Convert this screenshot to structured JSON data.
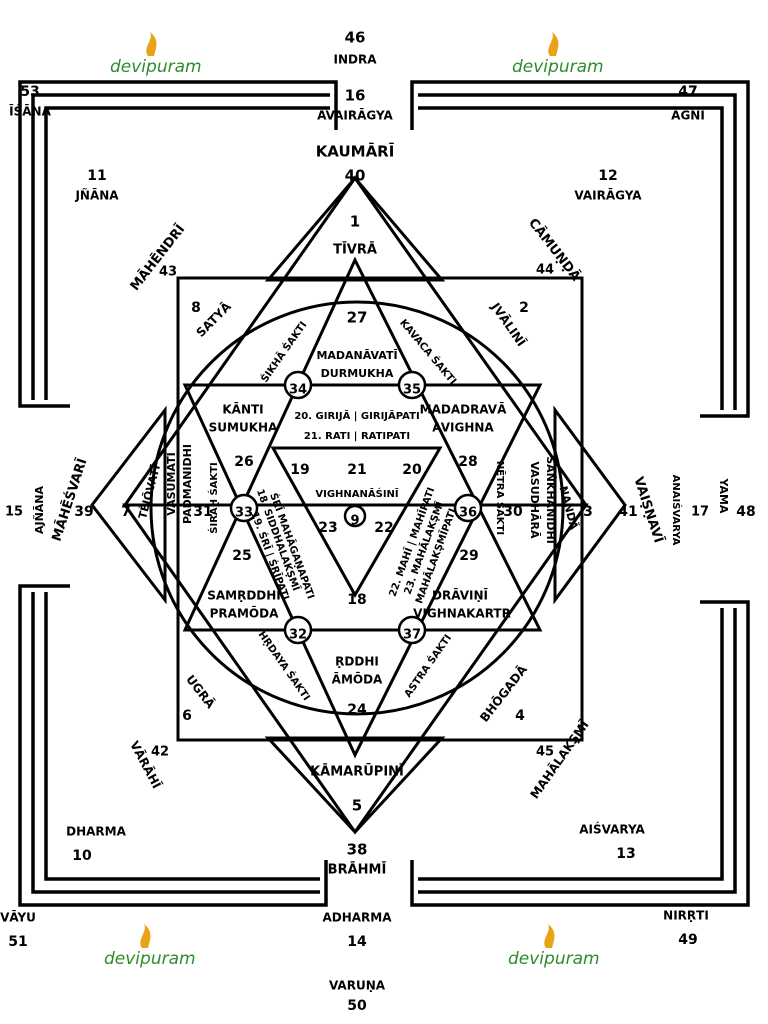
{
  "logo": {
    "text": "devipuram",
    "flame_color": "#e8a317",
    "text_color": "#2e8b2e"
  },
  "colors": {
    "line": "#000000",
    "background": "#ffffff"
  },
  "labels": [
    {
      "id": "indra-n",
      "text": "46"
    },
    {
      "id": "indra",
      "text": "INDRA"
    },
    {
      "id": "avairagya-n",
      "text": "16"
    },
    {
      "id": "avairagya",
      "text": "AVAIRĀGYA"
    },
    {
      "id": "kaumari",
      "text": "KAUMĀRĪ"
    },
    {
      "id": "kaumari-n",
      "text": "40"
    },
    {
      "id": "n1",
      "text": "1"
    },
    {
      "id": "tivra",
      "text": "TĪVRĀ"
    },
    {
      "id": "isana-n",
      "text": "53"
    },
    {
      "id": "isana",
      "text": "ĪŚĀNA"
    },
    {
      "id": "agni-n",
      "text": "47"
    },
    {
      "id": "agni",
      "text": "AGNI"
    },
    {
      "id": "jnana-n",
      "text": "11"
    },
    {
      "id": "jnana",
      "text": "JÑĀNA"
    },
    {
      "id": "vairagya-n",
      "text": "12"
    },
    {
      "id": "vairagya",
      "text": "VAIRĀGYA"
    },
    {
      "id": "mahendri",
      "text": "MĀHĒNDRĪ"
    },
    {
      "id": "mahendri-n",
      "text": "43"
    },
    {
      "id": "camunda",
      "text": "CĀMUṆḌĀ"
    },
    {
      "id": "camunda-n",
      "text": "44"
    },
    {
      "id": "n8",
      "text": "8"
    },
    {
      "id": "satya",
      "text": "SATYĀ"
    },
    {
      "id": "n2",
      "text": "2"
    },
    {
      "id": "jvalini",
      "text": "JVĀLINĪ"
    },
    {
      "id": "n27",
      "text": "27"
    },
    {
      "id": "madanavati",
      "text": "MADANĀVATĪ"
    },
    {
      "id": "durmukha",
      "text": "DURMUKHA"
    },
    {
      "id": "sikha",
      "text": "ŚIKHĀ ŚAKTI"
    },
    {
      "id": "kavaca",
      "text": "KAVACA ŚAKTI"
    },
    {
      "id": "c34",
      "text": "34"
    },
    {
      "id": "c35",
      "text": "35"
    },
    {
      "id": "kanti",
      "text": "KĀNTI"
    },
    {
      "id": "sumukha",
      "text": "SUMUKHA"
    },
    {
      "id": "girija",
      "text": "20. GIRIJĀ | GIRIJĀPATI"
    },
    {
      "id": "rati",
      "text": "21. RATI | RATIPATI"
    },
    {
      "id": "madadrava",
      "text": "MADADRAVĀ"
    },
    {
      "id": "avighna",
      "text": "AVIGHNA"
    },
    {
      "id": "n26",
      "text": "26"
    },
    {
      "id": "n28",
      "text": "28"
    },
    {
      "id": "n19",
      "text": "19"
    },
    {
      "id": "n21",
      "text": "21"
    },
    {
      "id": "n20",
      "text": "20"
    },
    {
      "id": "vighnanasini",
      "text": "VIGHNANĀŚINĪ"
    },
    {
      "id": "c9",
      "text": "9"
    },
    {
      "id": "n23",
      "text": "23"
    },
    {
      "id": "n22",
      "text": "22"
    },
    {
      "id": "n18",
      "text": "18"
    },
    {
      "id": "ajnana-n",
      "text": "15"
    },
    {
      "id": "ajnana",
      "text": "AJÑĀNA"
    },
    {
      "id": "mahesvari",
      "text": "MĀHĒŚVARĪ"
    },
    {
      "id": "mahesvari-n",
      "text": "39"
    },
    {
      "id": "n7",
      "text": "7"
    },
    {
      "id": "tejovati",
      "text": "TĒJŌVATĪ"
    },
    {
      "id": "vasumati",
      "text": "VASUMATĪ"
    },
    {
      "id": "padmanidhi",
      "text": "PADMANIDHI"
    },
    {
      "id": "n31",
      "text": "31"
    },
    {
      "id": "sirah",
      "text": "ŚIRAḤ ŚAKTI"
    },
    {
      "id": "c33",
      "text": "33"
    },
    {
      "id": "siddha",
      "text": "18. SIDDHALAKṢMĪ"
    },
    {
      "id": "siddha2",
      "text": "ŚRĪ MAHĀGAṆAPATI"
    },
    {
      "id": "sri",
      "text": "19. ŚRĪ | ŚRĪPATI"
    },
    {
      "id": "mahi",
      "text": "22. MAHĪ | MAHĪPATI"
    },
    {
      "id": "mahalaksmi23",
      "text": "23. MAHĀLAKṢMĪ"
    },
    {
      "id": "mahalaksmi23b",
      "text": "MAHĀLAKṢMĪPATI"
    },
    {
      "id": "c36",
      "text": "36"
    },
    {
      "id": "netra",
      "text": "NĒTRA ŚAKTI"
    },
    {
      "id": "n30",
      "text": "30"
    },
    {
      "id": "vasudhara",
      "text": "VASUDHĀRĀ"
    },
    {
      "id": "sankha",
      "text": "ŚAṄKHANIDHI"
    },
    {
      "id": "nanda",
      "text": "NANDĀ"
    },
    {
      "id": "n3",
      "text": "3"
    },
    {
      "id": "vaisnavi-n",
      "text": "41"
    },
    {
      "id": "vaisnavi",
      "text": "VAIṢṆAVĪ"
    },
    {
      "id": "anaisvarya",
      "text": "ANAIŚVARYA"
    },
    {
      "id": "anaisvarya-n",
      "text": "17"
    },
    {
      "id": "yama",
      "text": "YAMA"
    },
    {
      "id": "yama-n",
      "text": "48"
    },
    {
      "id": "n25",
      "text": "25"
    },
    {
      "id": "n29",
      "text": "29"
    },
    {
      "id": "samrddhi",
      "text": "SAMṚDDHI"
    },
    {
      "id": "pramoda",
      "text": "PRAMŌDA"
    },
    {
      "id": "dravini",
      "text": "DRĀVIṆĪ"
    },
    {
      "id": "vighnakartr",
      "text": "VIGHNAKARTṚ"
    },
    {
      "id": "c32",
      "text": "32"
    },
    {
      "id": "c37",
      "text": "37"
    },
    {
      "id": "hrdaya",
      "text": "HṚDAYA ŚAKTI"
    },
    {
      "id": "astra",
      "text": "ASTRA ŚAKTI"
    },
    {
      "id": "rddhi",
      "text": "ṚDDHI"
    },
    {
      "id": "amoda",
      "text": "ĀMŌDA"
    },
    {
      "id": "n24",
      "text": "24"
    },
    {
      "id": "n6",
      "text": "6"
    },
    {
      "id": "ugra",
      "text": "UGRĀ"
    },
    {
      "id": "n4",
      "text": "4"
    },
    {
      "id": "bhogada",
      "text": "BHŌGADĀ"
    },
    {
      "id": "varahi-n",
      "text": "42"
    },
    {
      "id": "varahi",
      "text": "VĀRĀHĪ"
    },
    {
      "id": "mahalaksmi-n",
      "text": "45"
    },
    {
      "id": "mahalaksmi",
      "text": "MAHĀLAKṢMĪ"
    },
    {
      "id": "kamarupini",
      "text": "KĀMARŪPIṆĪ"
    },
    {
      "id": "n5",
      "text": "5"
    },
    {
      "id": "dharma",
      "text": "DHARMA"
    },
    {
      "id": "dharma-n",
      "text": "10"
    },
    {
      "id": "aisvarya",
      "text": "AIŚVARYA"
    },
    {
      "id": "aisvarya-n",
      "text": "13"
    },
    {
      "id": "brahmi-n",
      "text": "38"
    },
    {
      "id": "brahmi",
      "text": "BRĀHMĪ"
    },
    {
      "id": "vayu",
      "text": "VĀYU"
    },
    {
      "id": "vayu-n",
      "text": "51"
    },
    {
      "id": "adharma",
      "text": "ADHARMA"
    },
    {
      "id": "adharma-n",
      "text": "14"
    },
    {
      "id": "nirrti",
      "text": "NIRṚTI"
    },
    {
      "id": "nirrti-n",
      "text": "49"
    },
    {
      "id": "varuna",
      "text": "VARUṆA"
    },
    {
      "id": "varuna-n",
      "text": "50"
    }
  ]
}
